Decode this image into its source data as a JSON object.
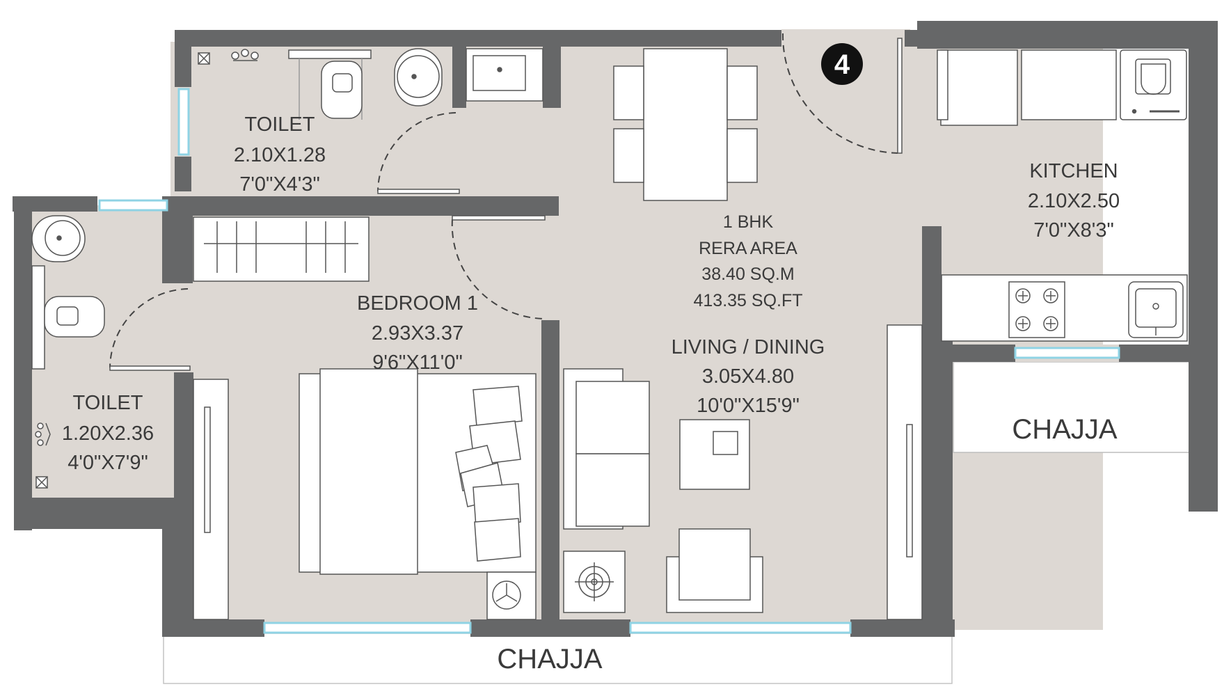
{
  "unit_badge": "4",
  "rooms": {
    "toilet_top": {
      "name": "TOILET",
      "metric": "2.10X1.28",
      "imperial": "7'0\"X4'3\""
    },
    "toilet_left": {
      "name": "TOILET",
      "metric": "1.20X2.36",
      "imperial": "4'0\"X7'9\""
    },
    "bedroom": {
      "name": "BEDROOM 1",
      "metric": "2.93X3.37",
      "imperial": "9'6\"X11'0\""
    },
    "kitchen": {
      "name": "KITCHEN",
      "metric": "2.10X2.50",
      "imperial": "7'0\"X8'3\""
    },
    "living_dining": {
      "name": "LIVING / DINING",
      "metric": "3.05X4.80",
      "imperial": "10'0\"X15'9\""
    }
  },
  "summary": {
    "type": "1 BHK",
    "area_label": "RERA AREA",
    "area_sqm": "38.40 SQ.M",
    "area_sqft": "413.35 SQ.FT"
  },
  "chajja": {
    "bottom": "CHAJJA",
    "right": "CHAJJA"
  },
  "colors": {
    "floor": "#ddd8d3",
    "wall": "#666768",
    "window": "#9fd8e6",
    "fixture": "#ffffff",
    "line": "#555555"
  }
}
